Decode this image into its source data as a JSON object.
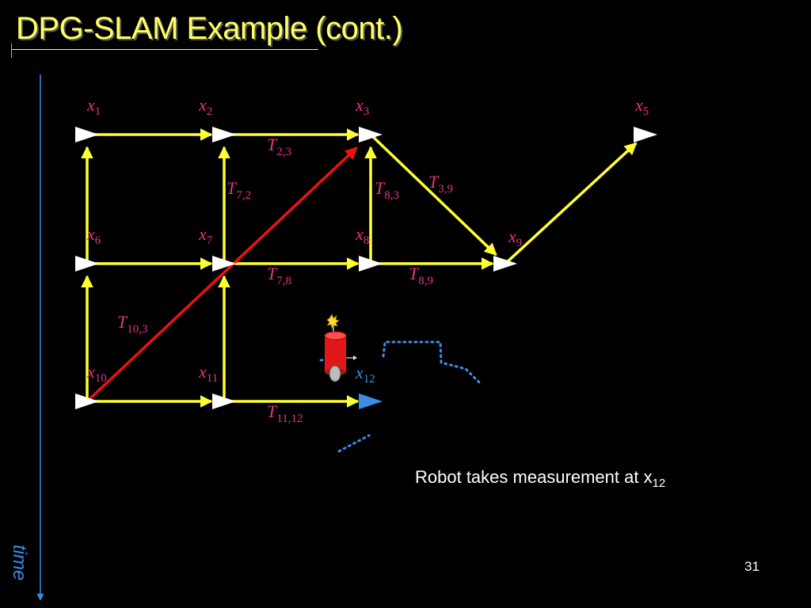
{
  "title": "DPG-SLAM Example (cont.)",
  "time_label": "time",
  "caption": {
    "text": "Robot takes measurement at x",
    "sub": "12"
  },
  "page_number": "31",
  "colors": {
    "background": "#000000",
    "title": "#ffff66",
    "edge": "#ffff33",
    "new_edge": "#ee1111",
    "node_pose": "#ffffff",
    "current_pose": "#3a8ee6",
    "label": "#e8328c",
    "time_axis": "#3a8ee6",
    "trajectory": "#3a8ee6",
    "robot_body": "#e01818"
  },
  "nodes": [
    {
      "id": "x1",
      "name": "x",
      "sub": "1",
      "current": false
    },
    {
      "id": "x2",
      "name": "x",
      "sub": "2",
      "current": false
    },
    {
      "id": "x3",
      "name": "x",
      "sub": "3",
      "current": false
    },
    {
      "id": "x5",
      "name": "x",
      "sub": "5",
      "current": false
    },
    {
      "id": "x6",
      "name": "x",
      "sub": "6",
      "current": false
    },
    {
      "id": "x7",
      "name": "x",
      "sub": "7",
      "current": false
    },
    {
      "id": "x8",
      "name": "x",
      "sub": "8",
      "current": false
    },
    {
      "id": "x9",
      "name": "x",
      "sub": "9",
      "current": false
    },
    {
      "id": "x10",
      "name": "x",
      "sub": "10",
      "current": false
    },
    {
      "id": "x11",
      "name": "x",
      "sub": "11",
      "current": false
    },
    {
      "id": "x12",
      "name": "x",
      "sub": "12",
      "current": true
    }
  ],
  "edges": [
    {
      "id": "e-x1-x2",
      "from": "x1",
      "to": "x2",
      "kind": "odometry",
      "label": ""
    },
    {
      "id": "e-x2-x3",
      "from": "x2",
      "to": "x3",
      "kind": "odometry",
      "label": "T",
      "label_sub": "2,3"
    },
    {
      "id": "e-x6-x1",
      "from": "x6",
      "to": "x1",
      "kind": "odometry",
      "label": ""
    },
    {
      "id": "e-x7-x2",
      "from": "x7",
      "to": "x2",
      "kind": "odometry",
      "label": "T",
      "label_sub": "7,2"
    },
    {
      "id": "e-x8-x3",
      "from": "x8",
      "to": "x3",
      "kind": "odometry",
      "label": "T",
      "label_sub": "8,3"
    },
    {
      "id": "e-x3-x9",
      "from": "x3",
      "to": "x9",
      "kind": "odometry",
      "label": "T",
      "label_sub": "3,9"
    },
    {
      "id": "e-x9-x5",
      "from": "x9",
      "to": "x5",
      "kind": "odometry",
      "label": ""
    },
    {
      "id": "e-x6-x7",
      "from": "x6",
      "to": "x7",
      "kind": "odometry",
      "label": ""
    },
    {
      "id": "e-x7-x8",
      "from": "x7",
      "to": "x8",
      "kind": "odometry",
      "label": "T",
      "label_sub": "7,8"
    },
    {
      "id": "e-x8-x9",
      "from": "x8",
      "to": "x9",
      "kind": "odometry",
      "label": "T",
      "label_sub": "8,9"
    },
    {
      "id": "e-x10-x6",
      "from": "x10",
      "to": "x6",
      "kind": "odometry",
      "label": ""
    },
    {
      "id": "e-x11-x7",
      "from": "x11",
      "to": "x7",
      "kind": "odometry",
      "label": ""
    },
    {
      "id": "e-x10-x11",
      "from": "x10",
      "to": "x11",
      "kind": "odometry",
      "label": ""
    },
    {
      "id": "e-x11-x12",
      "from": "x11",
      "to": "x12",
      "kind": "odometry",
      "label": "T",
      "label_sub": "11,12"
    },
    {
      "id": "e-x10-x3",
      "from": "x10",
      "to": "x3",
      "kind": "constraint",
      "label": "T",
      "label_sub": "10,3"
    }
  ]
}
